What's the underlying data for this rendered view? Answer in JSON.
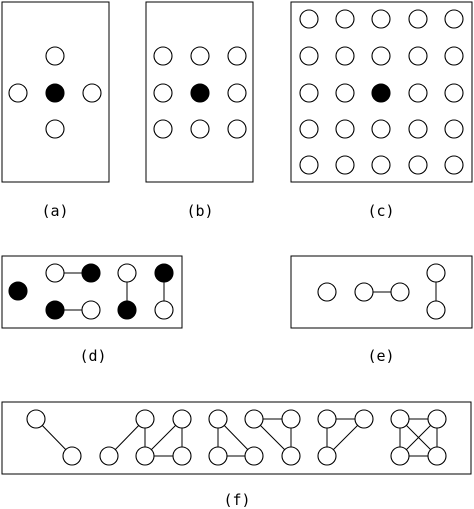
{
  "panels": {
    "a": {
      "label": "(a)"
    },
    "b": {
      "label": "(b)"
    },
    "c": {
      "label": "(c)"
    },
    "d": {
      "label": "(d)"
    },
    "e": {
      "label": "(e)"
    },
    "f": {
      "label": "(f)"
    }
  },
  "colors": {
    "filled": "#000000",
    "empty": "#ffffff",
    "stroke": "#000000"
  }
}
